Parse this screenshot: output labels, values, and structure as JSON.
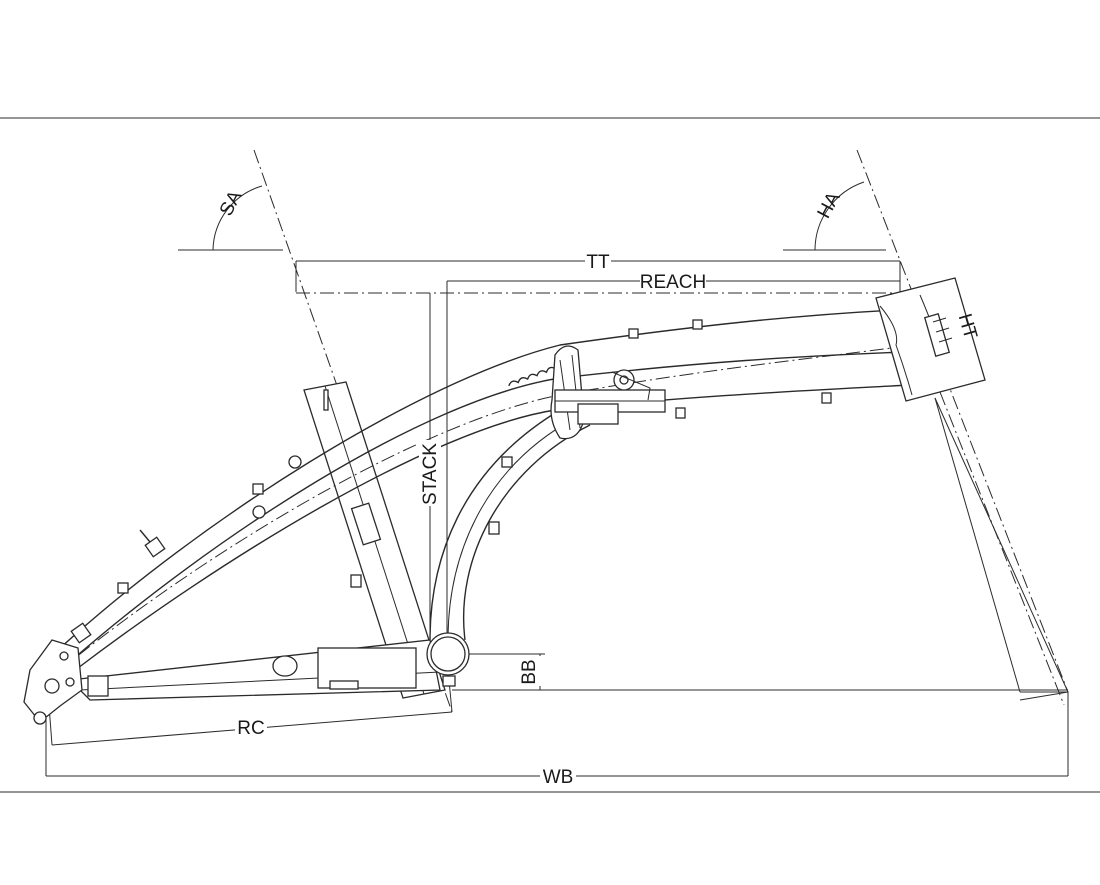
{
  "diagram": {
    "labels": {
      "sa": "SA",
      "ha": "HA",
      "tt": "TT",
      "reach": "REACH",
      "ht": "HT",
      "stack": "STACK",
      "bb": "BB",
      "rc": "RC",
      "wb": "WB"
    }
  }
}
